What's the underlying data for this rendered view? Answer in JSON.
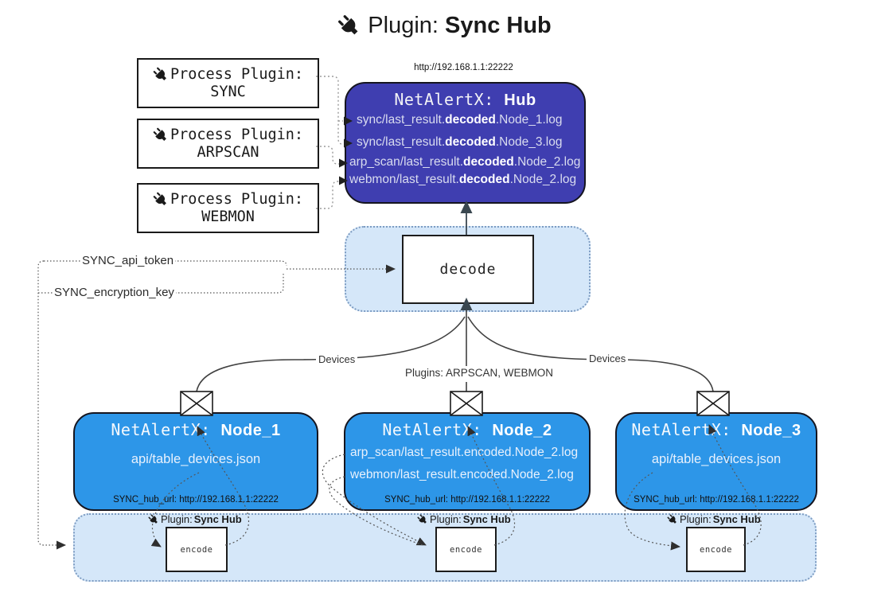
{
  "title": {
    "prefix": "Plugin: ",
    "name": "Sync Hub"
  },
  "icons": {
    "plug": "plug-icon",
    "envelope": "envelope-icon"
  },
  "process_plugins": [
    {
      "label": "Process Plugin:",
      "name": "SYNC"
    },
    {
      "label": "Process Plugin:",
      "name": "ARPSCAN"
    },
    {
      "label": "Process Plugin:",
      "name": "WEBMON"
    }
  ],
  "hub": {
    "url": "http://192.168.1.1:22222",
    "title_prefix": "NetAlertX: ",
    "title_name": "Hub",
    "files": [
      {
        "pre": "sync/last_result.",
        "bold": "decoded",
        "suf": ".Node_1.log"
      },
      {
        "pre": "sync/last_result.",
        "bold": "decoded",
        "suf": ".Node_3.log"
      },
      {
        "pre": "arp_scan/last_result.",
        "bold": "decoded",
        "suf": ".Node_2.log"
      },
      {
        "pre": "webmon/last_result.",
        "bold": "decoded",
        "suf": ".Node_2.log"
      }
    ]
  },
  "decode_box": {
    "label": "decode"
  },
  "settings": {
    "api_token": "SYNC_api_token",
    "encryption_key": "SYNC_encryption_key"
  },
  "edge_labels": {
    "devices_left": "Devices",
    "devices_right": "Devices",
    "plugins": "Plugins: ARPSCAN, WEBMON"
  },
  "nodes": [
    {
      "title_prefix": "NetAlertX: ",
      "title_name": "Node_1",
      "files": [
        "api/table_devices.json"
      ],
      "hub_url": "SYNC_hub_url: http://192.168.1.1:22222"
    },
    {
      "title_prefix": "NetAlertX: ",
      "title_name": "Node_2",
      "files": [
        "arp_scan/last_result.encoded.Node_2.log",
        "webmon/last_result.encoded.Node_2.log"
      ],
      "hub_url": "SYNC_hub_url: http://192.168.1.1:22222"
    },
    {
      "title_prefix": "NetAlertX: ",
      "title_name": "Node_3",
      "files": [
        "api/table_devices.json"
      ],
      "hub_url": "SYNC_hub_url: http://192.168.1.1:22222"
    }
  ],
  "encode_section": {
    "plugin_prefix": "Plugin: ",
    "plugin_name": "Sync Hub",
    "encode_label": "encode"
  },
  "colors": {
    "hub_bg": "#3F3EB0",
    "node_bg": "#2D96E8",
    "panel_bg": "#D5E7F9",
    "panel_border": "#7D9CC2",
    "edge_line": "#404040",
    "node_text": "#E8F1FD"
  }
}
